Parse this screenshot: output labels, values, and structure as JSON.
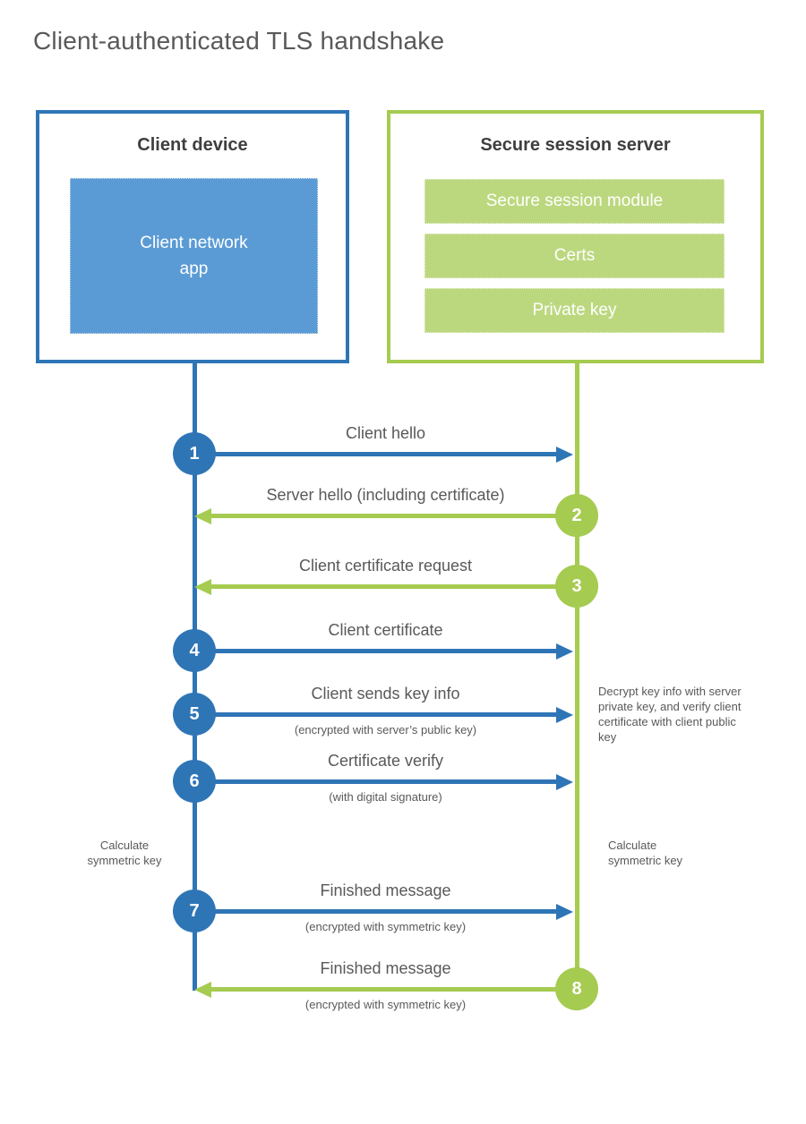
{
  "title": "Client-authenticated TLS handshake",
  "palette": {
    "blue": "#2e75b6",
    "blue_fill": "#5b9bd5",
    "green": "#a5cb50",
    "green_fill": "#bcd87f",
    "label_text": "#595959",
    "heading_text": "#3f3f3f"
  },
  "client": {
    "title": "Client device",
    "app": "Client network app"
  },
  "server": {
    "title": "Secure session server",
    "modules": [
      "Secure session module",
      "Certs",
      "Private key"
    ]
  },
  "steps": [
    {
      "num": 1,
      "label": "Client hello",
      "direction": "client-to-server"
    },
    {
      "num": 2,
      "label": "Server hello (including certificate)",
      "direction": "server-to-client"
    },
    {
      "num": 3,
      "label": "Client certificate request",
      "direction": "server-to-client"
    },
    {
      "num": 4,
      "label": "Client certificate",
      "direction": "client-to-server"
    },
    {
      "num": 5,
      "label": "Client sends key info",
      "sub": "(encrypted with server’s public key)",
      "direction": "client-to-server"
    },
    {
      "num": 6,
      "label": "Certificate verify",
      "sub": "(with digital signature)",
      "direction": "client-to-server"
    },
    {
      "num": 7,
      "label": "Finished message",
      "sub": "(encrypted with symmetric key)",
      "direction": "client-to-server"
    },
    {
      "num": 8,
      "label": "Finished message",
      "sub": "(encrypted with symmetric key)",
      "direction": "server-to-client"
    }
  ],
  "notes": {
    "server_decrypt": "Decrypt key info with server private key, and verify client certificate with client public key",
    "client_calc": "Calculate symmetric key",
    "server_calc": "Calculate symmetric key"
  }
}
